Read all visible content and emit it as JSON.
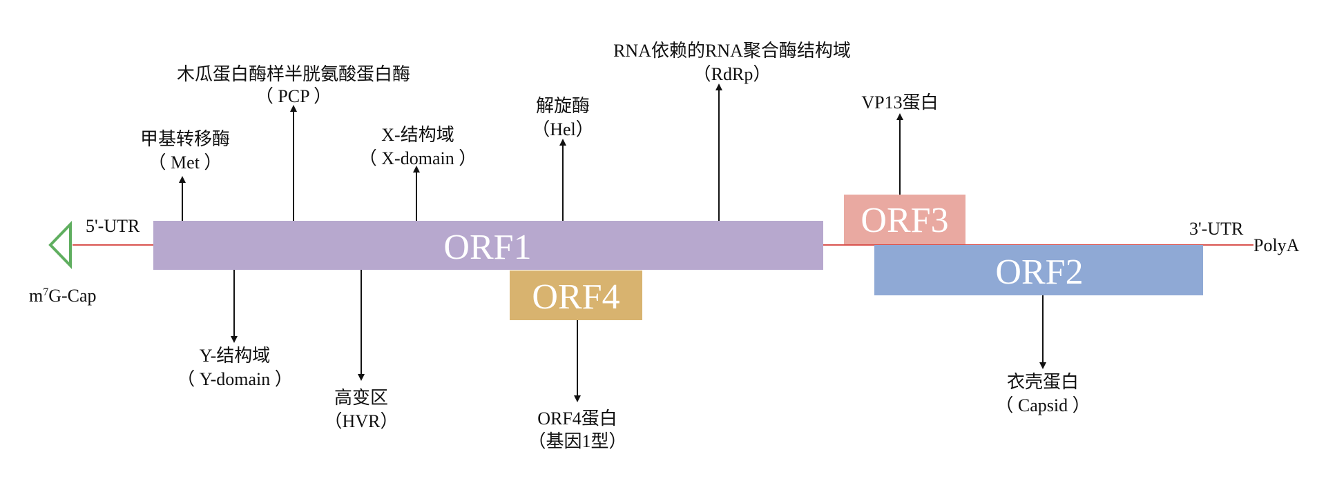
{
  "colors": {
    "orf1": "#B7A8CE",
    "orf2": "#8FA9D5",
    "orf3": "#E9A9A1",
    "orf4": "#D8B36F",
    "genome_line": "#D9534F",
    "cap_triangle": "#5FAE5F",
    "arrow": "#111111"
  },
  "orfs": {
    "orf1": "ORF1",
    "orf2": "ORF2",
    "orf3": "ORF3",
    "orf4": "ORF4"
  },
  "ends": {
    "utr5": "5'-UTR",
    "utr3": "3'-UTR",
    "polya": "PolyA",
    "cap_base": "m",
    "cap_sup": "7",
    "cap_rest": "G-Cap"
  },
  "annotations_top": {
    "met_line1": "甲基转移酶",
    "met_line2": "（ Met ）",
    "pcp_line1": "木瓜蛋白酶样半胱氨酸蛋白酶",
    "pcp_line2": "（ PCP ）",
    "xdom_line1": "X-结构域",
    "xdom_line2": "（ X-domain ）",
    "hel_line1": "解旋酶",
    "hel_line2": "（Hel）",
    "rdrp_line1": "RNA依赖的RNA聚合酶结构域",
    "rdrp_line2": "（RdRp）",
    "vp13_line1": "VP13蛋白"
  },
  "annotations_bottom": {
    "ydom_line1": "Y-结构域",
    "ydom_line2": "（ Y-domain ）",
    "hvr_line1": "高变区",
    "hvr_line2": "（HVR）",
    "orf4p_line1": "ORF4蛋白",
    "orf4p_line2": "（基因1型）",
    "capsid_line1": "衣壳蛋白",
    "capsid_line2": "（ Capsid ）"
  }
}
